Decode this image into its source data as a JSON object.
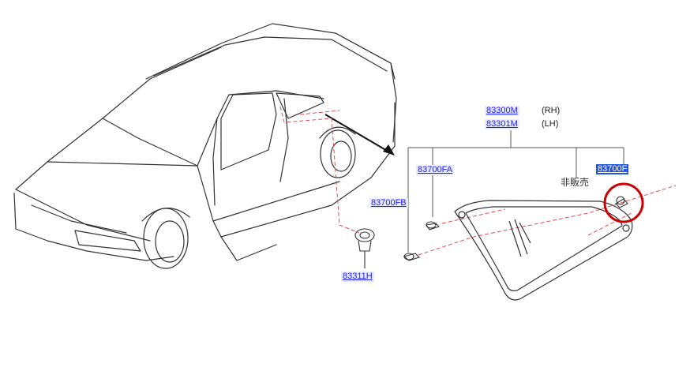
{
  "parts": {
    "p83300M": {
      "code": "83300M",
      "side": "(RH)"
    },
    "p83301M": {
      "code": "83301M",
      "side": "(LH)"
    },
    "p83700FA": {
      "code": "83700FA"
    },
    "p83700F": {
      "code": "83700F"
    },
    "p83700FB": {
      "code": "83700FB"
    },
    "p83311H": {
      "code": "83311H"
    }
  },
  "not_sold_label": "非販売",
  "colors": {
    "link": "#1a1aff",
    "selected_bg": "#2255dd",
    "leader": "#e05050",
    "highlight_circle": "#cc0000",
    "line": "#333333"
  }
}
